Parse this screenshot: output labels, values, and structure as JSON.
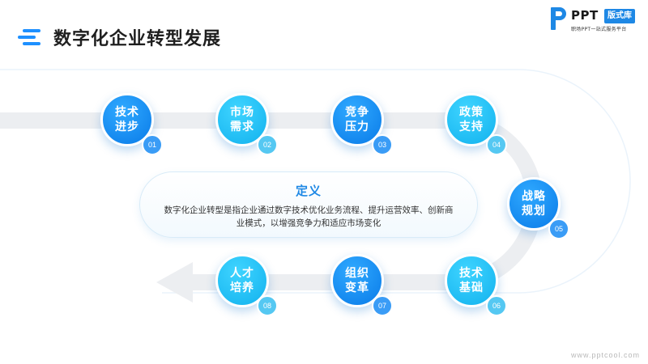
{
  "header": {
    "title": "数字化企业转型发展"
  },
  "logo": {
    "brand": "PPT",
    "badge": "版式库",
    "slogan": "职场PPT一站式服务平台"
  },
  "definition": {
    "title": "定义",
    "text": "数字化企业转型是指企业通过数字技术优化业务流程、提升运营效率、创新商业模式，以增强竞争力和适应市场变化"
  },
  "steps": [
    {
      "label": "技术\n进步",
      "num": "01",
      "style": "deep"
    },
    {
      "label": "市场\n需求",
      "num": "02",
      "style": "light"
    },
    {
      "label": "竞争\n压力",
      "num": "03",
      "style": "deep"
    },
    {
      "label": "政策\n支持",
      "num": "04",
      "style": "light"
    },
    {
      "label": "战略\n规划",
      "num": "05",
      "style": "deep"
    },
    {
      "label": "技术\n基础",
      "num": "06",
      "style": "light"
    },
    {
      "label": "组织\n变革",
      "num": "07",
      "style": "deep"
    },
    {
      "label": "人才\n培养",
      "num": "08",
      "style": "light"
    }
  ],
  "footer": {
    "website": "www.pptcool.com"
  },
  "colors": {
    "deep": "#0a7be8",
    "light": "#12b2ee",
    "track": "#eef0f3"
  }
}
